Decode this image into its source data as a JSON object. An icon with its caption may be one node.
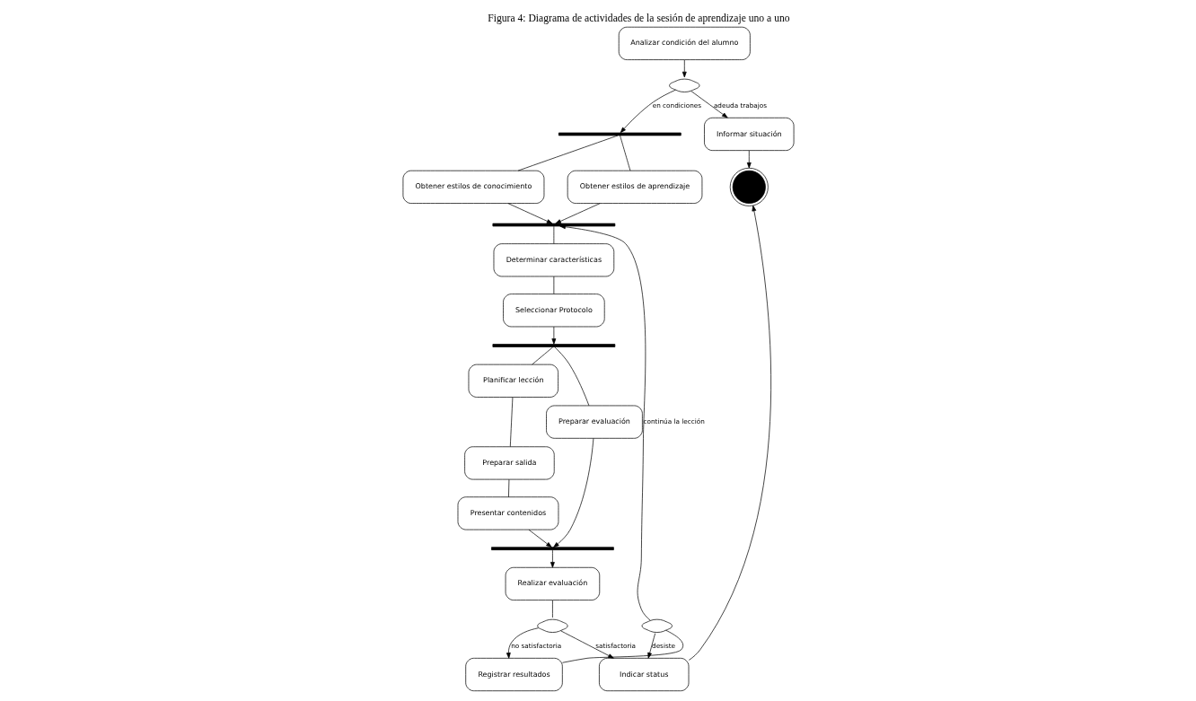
{
  "diagram": {
    "title": "Figura 4: Diagrama de actividades de la sesión de aprendizaje uno a uno",
    "nodes": [
      {
        "text": [
          "Analizar condición del alumno"
        ]
      },
      {
        "text": [],
        "shape": "diamond"
      },
      {
        "text": [],
        "shape": "bar"
      },
      {
        "text": [
          "Obtener estilos de conocimiento"
        ]
      },
      {
        "text": [
          "Obtener estilos de aprendizaje"
        ]
      },
      {
        "text": [],
        "shape": "bar"
      },
      {
        "text": [
          "Determinar características"
        ]
      },
      {
        "text": [
          "Seleccionar Protocolo"
        ]
      },
      {
        "text": [],
        "shape": "bar"
      },
      {
        "text": [
          "Planificar lección"
        ]
      },
      {
        "text": [
          "Preparar evaluación"
        ]
      },
      {
        "text": [
          "Preparar salida"
        ]
      },
      {
        "text": [
          "Presentar contenidos"
        ]
      },
      {
        "text": [],
        "shape": "bar"
      },
      {
        "text": [
          "Realizar evaluación"
        ]
      },
      {
        "text": [],
        "shape": "diamond"
      },
      {
        "text": [
          "Informar situación"
        ]
      },
      {
        "text": [],
        "shape": "circle"
      },
      {
        "text": [],
        "shape": "diamond"
      },
      {
        "text": [
          "Registrar resultados"
        ]
      },
      {
        "text": [
          "Indicar status"
        ]
      }
    ],
    "edges": [
      {
        "from": 0,
        "to": 1,
        "arrow": "to"
      },
      {
        "from": 1,
        "to": 16,
        "arrow": "to",
        "label": "adeuda trabajos"
      },
      {
        "from": 1,
        "to": 2,
        "arrow": "to",
        "label": "en condiciones"
      },
      {
        "from": 2,
        "to": 3,
        "arrow": "none"
      },
      {
        "from": 2,
        "to": 4,
        "arrow": "none"
      },
      {
        "from": 3,
        "to": 5,
        "arrow": "to"
      },
      {
        "from": 4,
        "to": 5,
        "arrow": "to"
      },
      {
        "from": 5,
        "to": 6,
        "arrow": "none"
      },
      {
        "from": 6,
        "to": 7,
        "arrow": "none"
      },
      {
        "from": 7,
        "to": 8,
        "arrow": "to"
      },
      {
        "from": 8,
        "to": 9,
        "arrow": "none"
      },
      {
        "from": 8,
        "to": 10,
        "arrow": "none"
      },
      {
        "from": 9,
        "to": 11,
        "arrow": "none"
      },
      {
        "from": 11,
        "to": 12,
        "arrow": "none"
      },
      {
        "from": 12,
        "to": 13,
        "arrow": "to"
      },
      {
        "from": 10,
        "to": 13,
        "arrow": "to"
      },
      {
        "from": 13,
        "to": 14,
        "arrow": "to"
      },
      {
        "from": 14,
        "to": 15,
        "arrow": "none"
      },
      {
        "from": 15,
        "to": 19,
        "arrow": "to",
        "label": "no satisfactoria"
      },
      {
        "from": 15,
        "to": 20,
        "arrow": "to",
        "label": "satisfactoria"
      },
      {
        "from": 19,
        "to": 18,
        "arrow": "none"
      },
      {
        "from": 18,
        "to": 5,
        "arrow": "to",
        "label": "continúa la lección"
      },
      {
        "from": 18,
        "to": 20,
        "arrow": "to",
        "label": "desiste"
      },
      {
        "from": 16,
        "to": 17,
        "arrow": "to"
      },
      {
        "from": 20,
        "to": 17,
        "arrow": "to"
      }
    ]
  }
}
